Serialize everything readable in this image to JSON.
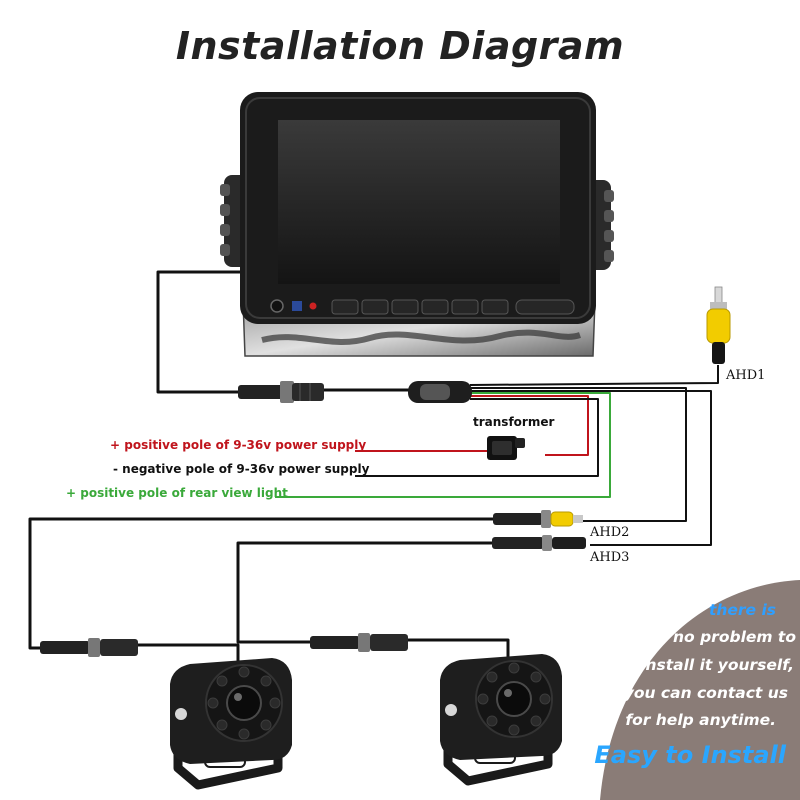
{
  "title": "Installation Diagram",
  "labels": {
    "transformer": "transformer",
    "power_positive": "+  positive pole of 9-36v power supply",
    "power_negative": "-  negative pole of 9-36v power supply",
    "rear_light": "+ positive pole of rear view light",
    "ahd1": "AHD1",
    "ahd2": "AHD2",
    "ahd3": "AHD3"
  },
  "promo": {
    "lines": [
      "there is",
      "no problem to",
      "install it yourself,",
      "you can contact us",
      "for help anytime."
    ],
    "slogan": "Easy to Install"
  },
  "colors": {
    "wire_black": "#111111",
    "wire_red": "#c0141c",
    "wire_green": "#3aa93a",
    "rca_yellow": "#f2cc00",
    "promo_bg": "#8a7c77",
    "promo_accent": "#2f9fff"
  },
  "icons": [
    "monitor",
    "rca-plug",
    "transformer-box",
    "aviation-connector",
    "rear-camera"
  ]
}
